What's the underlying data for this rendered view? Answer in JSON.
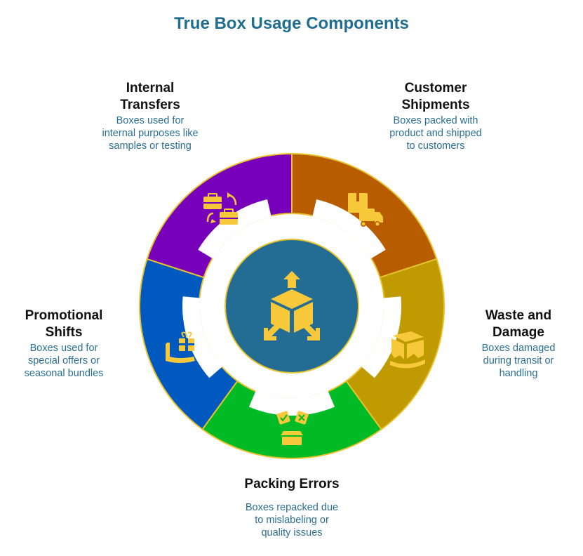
{
  "title": "True Box Usage Components",
  "colors": {
    "title": "#1f6e92",
    "heading": "#111111",
    "description": "#2a6f93",
    "ring_border": "#e8c22c",
    "icon": "#f7c93a",
    "center": "#236c93"
  },
  "center": {
    "icon": "box-distribution-icon"
  },
  "segments": [
    {
      "key": "customer",
      "heading": "Customer Shipments",
      "heading_lines": [
        "Customer",
        "Shipments"
      ],
      "description": "Boxes packed with product and shipped to customers",
      "description_lines": [
        "Boxes packed with",
        "product and shipped",
        "to customers"
      ],
      "color": "#b85c00",
      "icon": "delivery-truck-icon"
    },
    {
      "key": "waste",
      "heading": "Waste and Damage",
      "heading_lines": [
        "Waste and",
        "Damage"
      ],
      "description": "Boxes damaged during transit or handling",
      "description_lines": [
        "Boxes damaged",
        "during transit or",
        "handling"
      ],
      "color": "#bf9a00",
      "icon": "damaged-box-icon"
    },
    {
      "key": "packing",
      "heading": "Packing Errors",
      "heading_lines": [
        "Packing Errors"
      ],
      "description": "Boxes repacked due to mislabeling or quality issues",
      "description_lines": [
        "Boxes repacked due",
        "to mislabeling or",
        "quality issues"
      ],
      "color": "#00bb26",
      "icon": "packing-error-icon"
    },
    {
      "key": "promo",
      "heading": "Promotional Shifts",
      "heading_lines": [
        "Promotional",
        "Shifts"
      ],
      "description": "Boxes used for special offers or seasonal bundles",
      "description_lines": [
        "Boxes used for",
        "special offers or",
        "seasonal bundles"
      ],
      "color": "#0059bf",
      "icon": "gift-box-hand-icon"
    },
    {
      "key": "internal",
      "heading": "Internal Transfers",
      "heading_lines": [
        "Internal",
        "Transfers"
      ],
      "description": "Boxes used for internal purposes like samples or testing",
      "description_lines": [
        "Boxes used for",
        "internal purposes like",
        "samples or testing"
      ],
      "color": "#7700bb",
      "icon": "transfer-briefcase-icon"
    }
  ]
}
